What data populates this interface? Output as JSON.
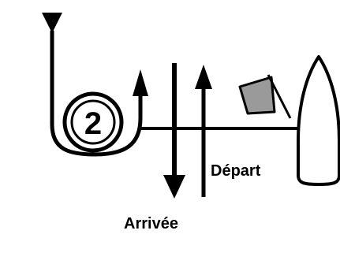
{
  "diagram": {
    "mark_number": "2",
    "departure_label": "Départ",
    "arrival_label": "Arrivée"
  },
  "colors": {
    "stroke": "#000000",
    "flag_fill": "#9a9a9a",
    "background": "#ffffff"
  },
  "icons": {
    "course_start": "downward-triangle",
    "committee_boat": "boat-hull",
    "flag": "pennant-flag"
  }
}
